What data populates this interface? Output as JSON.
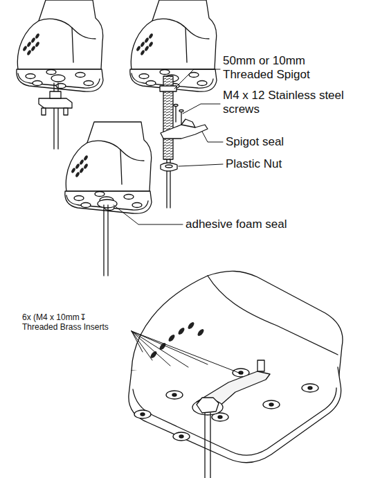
{
  "diagram": {
    "labels": [
      "50mm or 10mm Threaded Spigot",
      "M4 x 12 Stainless steel screws",
      "Spigot seal",
      "Plastic Nut",
      "adhesive foam seal",
      "6x (M4 x 10mm↧ Threaded Brass Inserts"
    ]
  }
}
